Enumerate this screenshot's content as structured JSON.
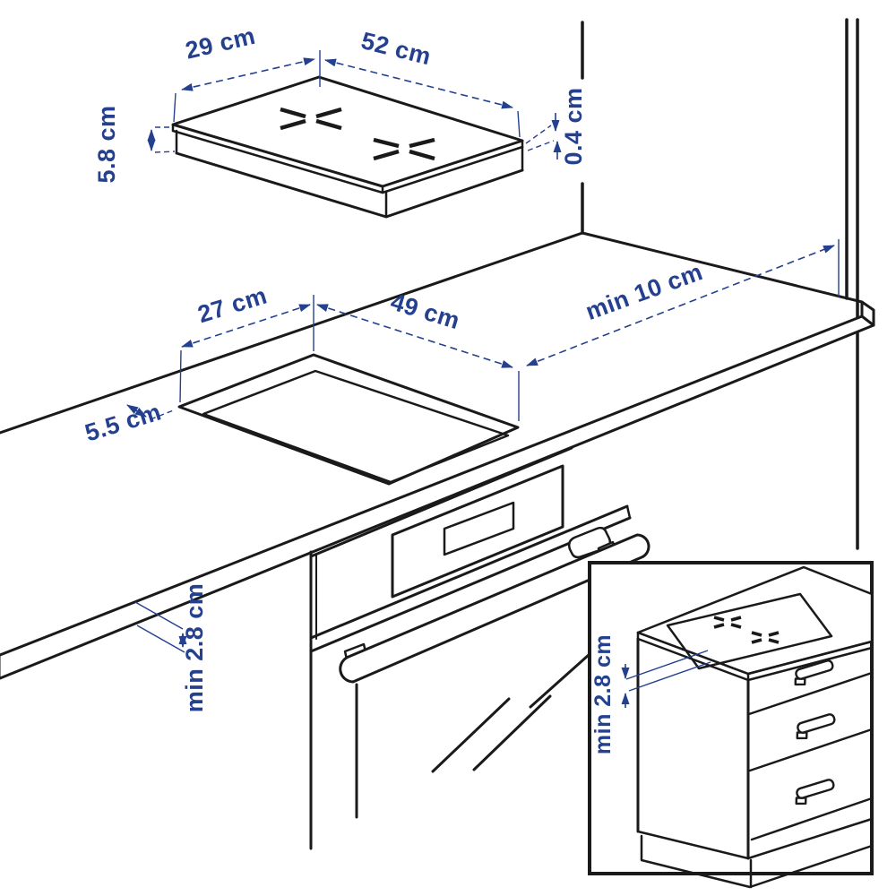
{
  "diagram": {
    "title_hidden": "",
    "cooktop": {
      "depth_label": "29 cm",
      "width_label": "52 cm",
      "height_label": "5.8 cm",
      "rim_label": "0.4 cm"
    },
    "worktop": {
      "cutout_depth_label": "27 cm",
      "cutout_width_label": "49 cm",
      "back_edge_gap_label": "5.5 cm",
      "wall_clearance_label": "min 10 cm",
      "thickness_label": "min 2.8 cm"
    },
    "inset": {
      "clearance_label": "min 2.8 cm"
    },
    "colors": {
      "dimension_blue": "#24408e",
      "line_black": "#1a1a1a"
    }
  }
}
